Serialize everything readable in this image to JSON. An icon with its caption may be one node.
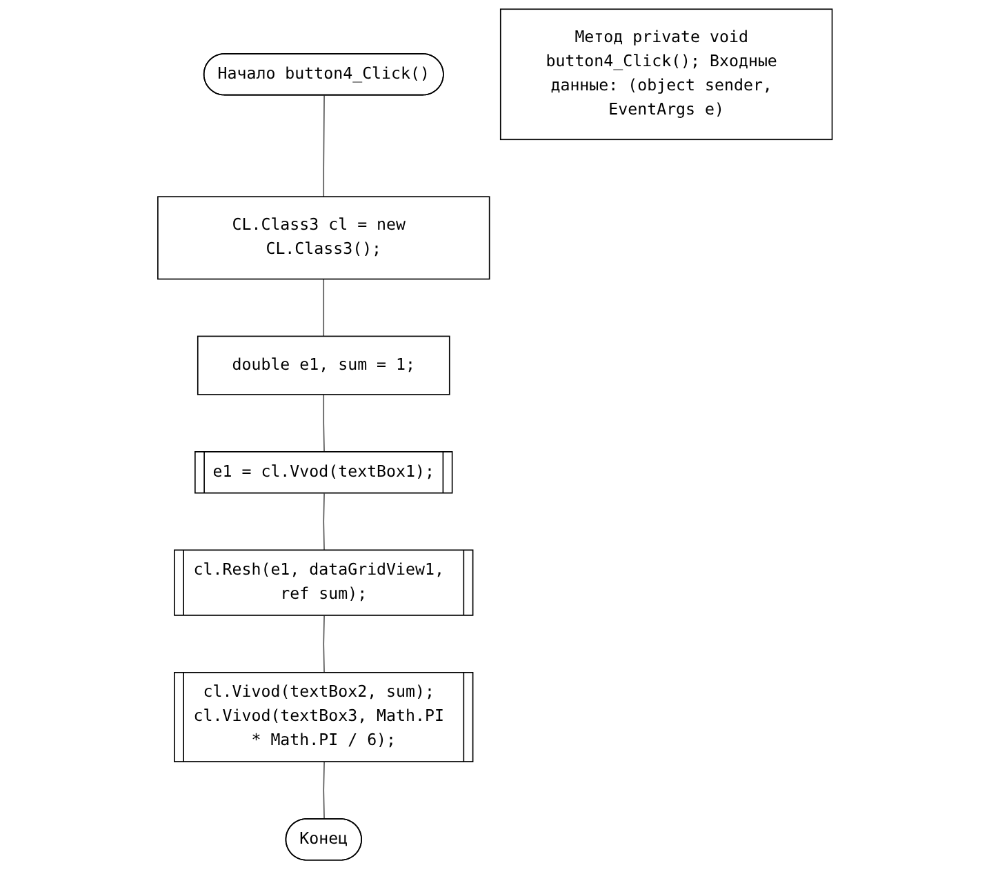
{
  "diagram": {
    "nodes": [
      {
        "text": [
          "Начало button4_Click()"
        ]
      },
      {
        "text": [
          "CL.Class3 cl = new CL.Class3();"
        ]
      },
      {
        "text": [
          "double e1, sum = 1;"
        ]
      },
      {
        "text": [
          "e1 = cl.Vvod(textBox1);"
        ]
      },
      {
        "text": [
          "cl.Resh(e1, dataGridView1, ref sum);"
        ]
      },
      {
        "text": [
          "cl.Vivod(textBox2, sum); cl.Vivod(textBox3, Math.PI * Math.PI / 6);"
        ]
      },
      {
        "text": [
          "Конец"
        ]
      },
      {
        "text": [
          "Метод private void button4_Click(); Входные данные: (object sender, EventArgs e)"
        ]
      }
    ],
    "edges": [
      {
        "from": 0,
        "to": 1,
        "arrow": "none"
      },
      {
        "from": 1,
        "to": 2,
        "arrow": "none"
      },
      {
        "from": 2,
        "to": 3,
        "arrow": "none"
      },
      {
        "from": 3,
        "to": 4,
        "arrow": "none"
      },
      {
        "from": 4,
        "to": 5,
        "arrow": "none"
      },
      {
        "from": 5,
        "to": 6,
        "arrow": "none"
      }
    ]
  }
}
